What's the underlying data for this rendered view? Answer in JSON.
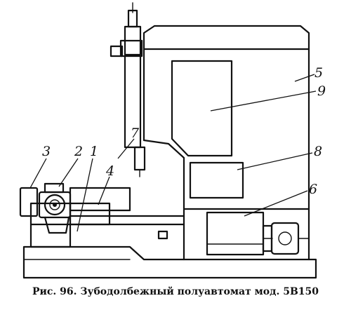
{
  "diagram": {
    "callouts": [
      {
        "id": "1",
        "label": "1"
      },
      {
        "id": "2",
        "label": "2"
      },
      {
        "id": "3",
        "label": "3"
      },
      {
        "id": "4",
        "label": "4"
      },
      {
        "id": "5",
        "label": "5"
      },
      {
        "id": "6",
        "label": "6"
      },
      {
        "id": "7",
        "label": "7"
      },
      {
        "id": "8",
        "label": "8"
      },
      {
        "id": "9",
        "label": "9"
      }
    ]
  },
  "caption": "Рис. 96. Зубодолбежный полуавтомат мод. 5В150",
  "colors": {
    "ink": "#111111",
    "background": "#ffffff"
  }
}
